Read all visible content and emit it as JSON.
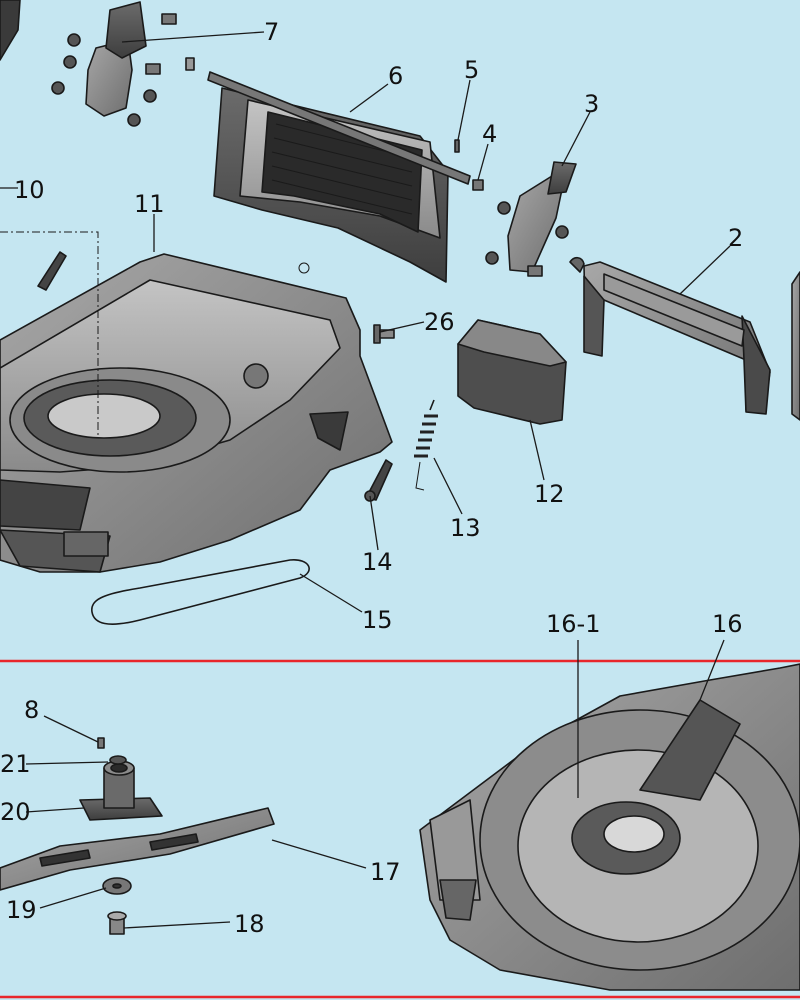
{
  "diagram": {
    "accent_color": "#e8262b",
    "background_color": "#c5e6f1",
    "labels": {
      "p2": "2",
      "p3": "3",
      "p4": "4",
      "p5": "5",
      "p6": "6",
      "p7": "7",
      "p8": "8",
      "p10": "10",
      "p11": "11",
      "p12": "12",
      "p13": "13",
      "p14": "14",
      "p15": "15",
      "p16": "16",
      "p16_1": "16-1",
      "p17": "17",
      "p18": "18",
      "p19": "19",
      "p20": "20",
      "p21": "21",
      "p26": "26"
    }
  }
}
